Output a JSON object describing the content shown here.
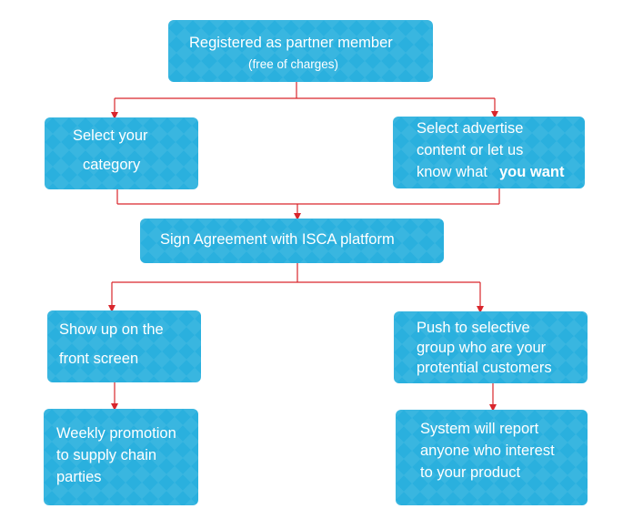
{
  "colors": {
    "box_fill": "#2ab0de",
    "connector": "#d9262c",
    "text": "#ffffff"
  },
  "nodes": {
    "registered": {
      "title": "Registered as partner member",
      "subtitle": "(free of charges)"
    },
    "select_category": {
      "line1": "Select your",
      "line2": "category"
    },
    "select_advertise": {
      "line1": "Select advertise",
      "line2": "content or let us",
      "line3": "know what",
      "line3_bold": "you want"
    },
    "sign_agreement": {
      "text": "Sign Agreement with ISCA platform"
    },
    "show_up": {
      "line1": "Show up on the",
      "line2": "front screen"
    },
    "push_group": {
      "line1": "Push to selective",
      "line2": "group who are your",
      "line3": "protential customers"
    },
    "weekly_promotion": {
      "line1": "Weekly promotion",
      "line2": "to supply chain",
      "line3": "parties"
    },
    "system_report": {
      "line1": "System will report",
      "line2": "anyone who interest",
      "line3": "to your product"
    }
  }
}
